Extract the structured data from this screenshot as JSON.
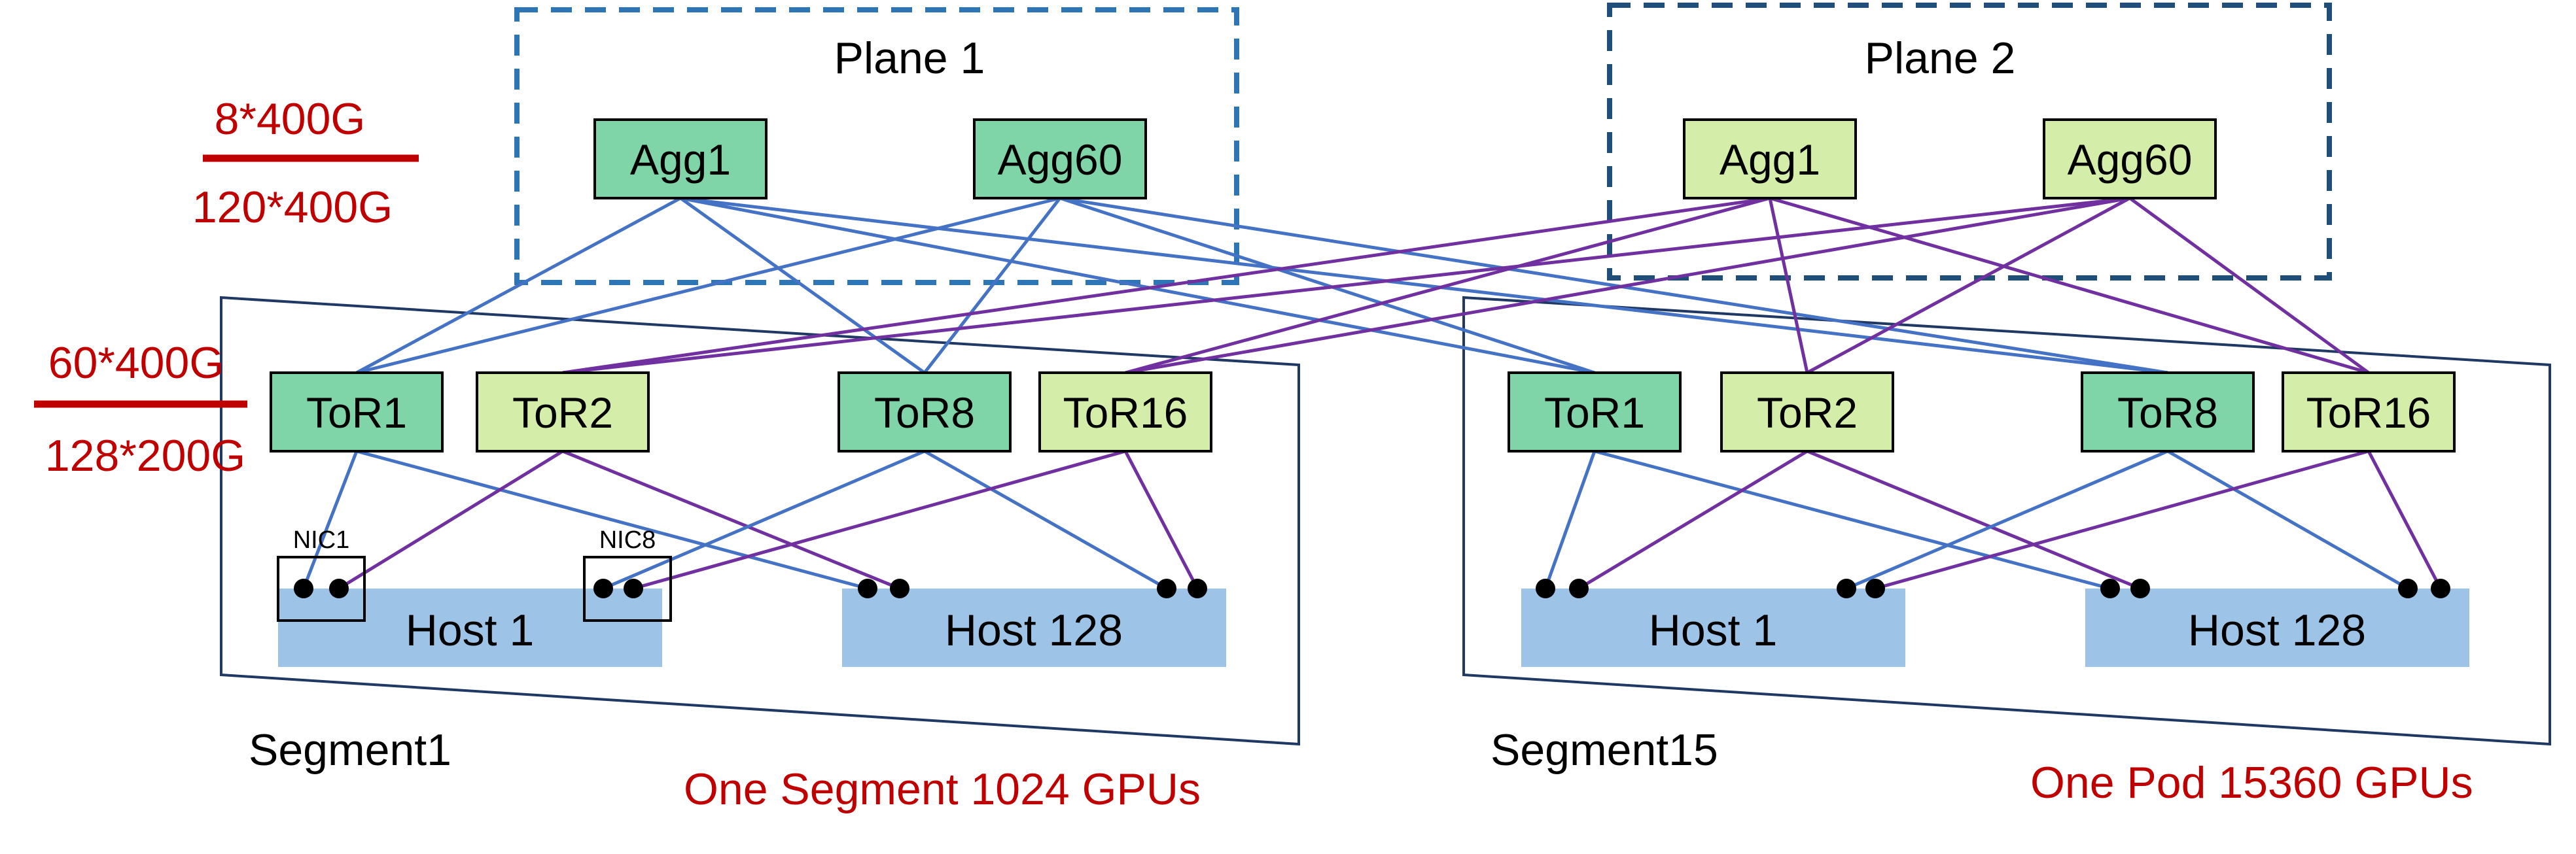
{
  "planes": [
    {
      "id": "plane1",
      "title": "Plane 1",
      "border_color": "#2e75b6",
      "aggs": [
        {
          "id": "p1a1",
          "label": "Agg1"
        },
        {
          "id": "p1a60",
          "label": "Agg60"
        }
      ],
      "fill": "#7fd4a8",
      "link_color": "#4472c4"
    },
    {
      "id": "plane2",
      "title": "Plane 2",
      "border_color": "#1f4e79",
      "aggs": [
        {
          "id": "p2a1",
          "label": "Agg1"
        },
        {
          "id": "p2a60",
          "label": "Agg60"
        }
      ],
      "fill": "#d4eeaa",
      "link_color": "#7030a0"
    }
  ],
  "segments": [
    {
      "id": "seg1",
      "name": "Segment1",
      "tors": [
        {
          "id": "s1t1",
          "label": "ToR1",
          "plane": "plane1"
        },
        {
          "id": "s1t2",
          "label": "ToR2",
          "plane": "plane2"
        },
        {
          "id": "s1t8",
          "label": "ToR8",
          "plane": "plane1"
        },
        {
          "id": "s1t16",
          "label": "ToR16",
          "plane": "plane2"
        }
      ],
      "hosts": [
        {
          "id": "s1h1",
          "label": "Host 1"
        },
        {
          "id": "s1h128",
          "label": "Host 128"
        }
      ],
      "nic_labels": [
        "NIC1",
        "NIC8"
      ]
    },
    {
      "id": "seg15",
      "name": "Segment15",
      "tors": [
        {
          "id": "s15t1",
          "label": "ToR1",
          "plane": "plane1"
        },
        {
          "id": "s15t2",
          "label": "ToR2",
          "plane": "plane2"
        },
        {
          "id": "s15t8",
          "label": "ToR8",
          "plane": "plane1"
        },
        {
          "id": "s15t16",
          "label": "ToR16",
          "plane": "plane2"
        }
      ],
      "hosts": [
        {
          "id": "s15h1",
          "label": "Host 1"
        },
        {
          "id": "s15h128",
          "label": "Host 128"
        }
      ],
      "nic_labels": []
    }
  ],
  "agg_bandwidth": {
    "top": "8*400G",
    "bottom": "120*400G"
  },
  "tor_bandwidth": {
    "top": "60*400G",
    "bottom": "128*200G"
  },
  "captions": {
    "segment": "One Segment 1024 GPUs",
    "pod": "One Pod 15360 GPUs"
  },
  "colors": {
    "plane1_switch": "#7fd4a8",
    "plane2_switch": "#d4eeaa",
    "host": "#9dc3e6",
    "plane1_link": "#4472c4",
    "plane2_link": "#7030a0",
    "accent_red": "#c00000",
    "segment_border": "#1f3864"
  },
  "edges": [
    {
      "from": "p1a1",
      "to": "s1t1",
      "plane": "plane1"
    },
    {
      "from": "p1a1",
      "to": "s1t8",
      "plane": "plane1"
    },
    {
      "from": "p1a1",
      "to": "s15t1",
      "plane": "plane1"
    },
    {
      "from": "p1a1",
      "to": "s15t8",
      "plane": "plane1"
    },
    {
      "from": "p1a60",
      "to": "s1t1",
      "plane": "plane1"
    },
    {
      "from": "p1a60",
      "to": "s1t8",
      "plane": "plane1"
    },
    {
      "from": "p1a60",
      "to": "s15t1",
      "plane": "plane1"
    },
    {
      "from": "p1a60",
      "to": "s15t8",
      "plane": "plane1"
    },
    {
      "from": "p2a1",
      "to": "s1t2",
      "plane": "plane2"
    },
    {
      "from": "p2a1",
      "to": "s1t16",
      "plane": "plane2"
    },
    {
      "from": "p2a1",
      "to": "s15t2",
      "plane": "plane2"
    },
    {
      "from": "p2a1",
      "to": "s15t16",
      "plane": "plane2"
    },
    {
      "from": "p2a60",
      "to": "s1t2",
      "plane": "plane2"
    },
    {
      "from": "p2a60",
      "to": "s1t16",
      "plane": "plane2"
    },
    {
      "from": "p2a60",
      "to": "s15t2",
      "plane": "plane2"
    },
    {
      "from": "p2a60",
      "to": "s15t16",
      "plane": "plane2"
    },
    {
      "from": "s1t1",
      "to": "s1h1.nic1a",
      "plane": "plane1"
    },
    {
      "from": "s1t1",
      "to": "s1h128.nic1a",
      "plane": "plane1"
    },
    {
      "from": "s1t2",
      "to": "s1h1.nic1b",
      "plane": "plane2"
    },
    {
      "from": "s1t2",
      "to": "s1h128.nic1b",
      "plane": "plane2"
    },
    {
      "from": "s1t8",
      "to": "s1h1.nic8a",
      "plane": "plane1"
    },
    {
      "from": "s1t8",
      "to": "s1h128.nic8a",
      "plane": "plane1"
    },
    {
      "from": "s1t16",
      "to": "s1h1.nic8b",
      "plane": "plane2"
    },
    {
      "from": "s1t16",
      "to": "s1h128.nic8b",
      "plane": "plane2"
    },
    {
      "from": "s15t1",
      "to": "s15h1.nic1a",
      "plane": "plane1"
    },
    {
      "from": "s15t1",
      "to": "s15h128.nic1a",
      "plane": "plane1"
    },
    {
      "from": "s15t2",
      "to": "s15h1.nic1b",
      "plane": "plane2"
    },
    {
      "from": "s15t2",
      "to": "s15h128.nic1b",
      "plane": "plane2"
    },
    {
      "from": "s15t8",
      "to": "s15h1.nic8a",
      "plane": "plane1"
    },
    {
      "from": "s15t8",
      "to": "s15h128.nic8a",
      "plane": "plane1"
    },
    {
      "from": "s15t16",
      "to": "s15h1.nic8b",
      "plane": "plane2"
    },
    {
      "from": "s15t16",
      "to": "s15h128.nic8b",
      "plane": "plane2"
    }
  ]
}
